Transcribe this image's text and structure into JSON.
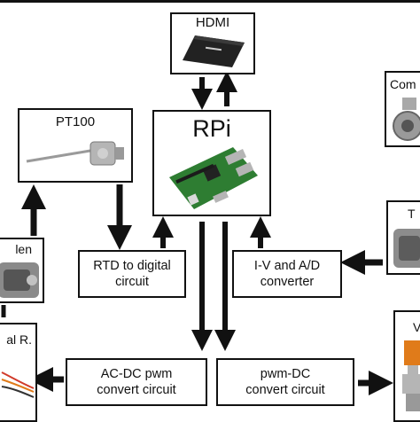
{
  "nodes": {
    "hdmi": "HDMI",
    "rpi": "RPi",
    "pt100": "PT100",
    "rtd_line1": "RTD to digital",
    "rtd_line2": "circuit",
    "iv_line1": "I-V and A/D",
    "iv_line2": "converter",
    "acdc_line1": "AC-DC pwm",
    "acdc_line2": "convert circuit",
    "pwmdc_line1": "pwm-DC",
    "pwmdc_line2": "convert circuit",
    "left_top_partial": "len",
    "left_bottom_partial": "al R.",
    "right_top_partial": "Com",
    "right_mid_partial": "T",
    "right_bottom_partial": "V"
  },
  "colors": {
    "ink": "#111111",
    "board": "#2e7d32",
    "device_dark": "#222222",
    "metal": "#b5b5b5",
    "orange": "#e07b1a"
  }
}
